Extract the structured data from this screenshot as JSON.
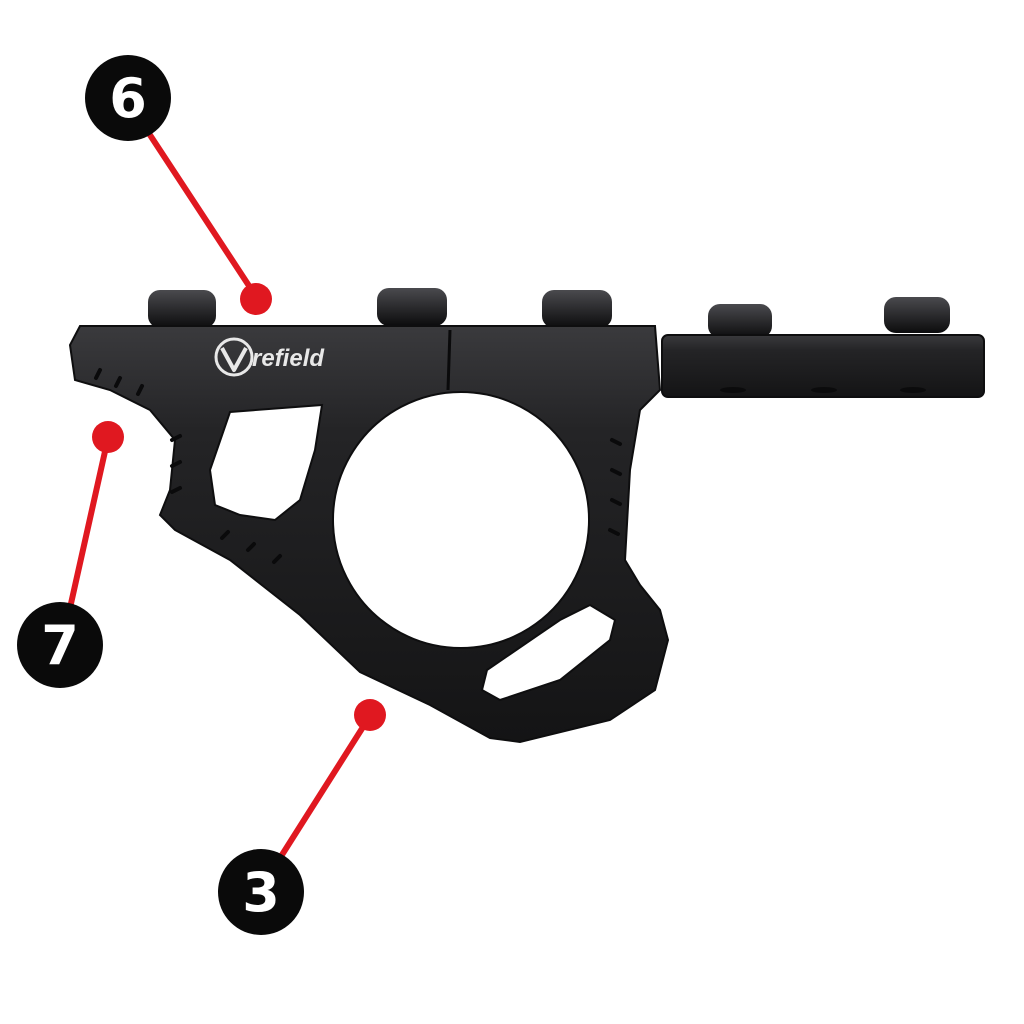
{
  "brand": {
    "logo_text": "refield"
  },
  "callouts": [
    {
      "number": "6"
    },
    {
      "number": "7"
    },
    {
      "number": "3"
    }
  ],
  "colors": {
    "leader": "#e01820",
    "badge": "#0a0a0a",
    "badge_text": "#ffffff",
    "product": "#1c1c1e",
    "product_edge": "#2e2e31",
    "background": "#ffffff"
  }
}
